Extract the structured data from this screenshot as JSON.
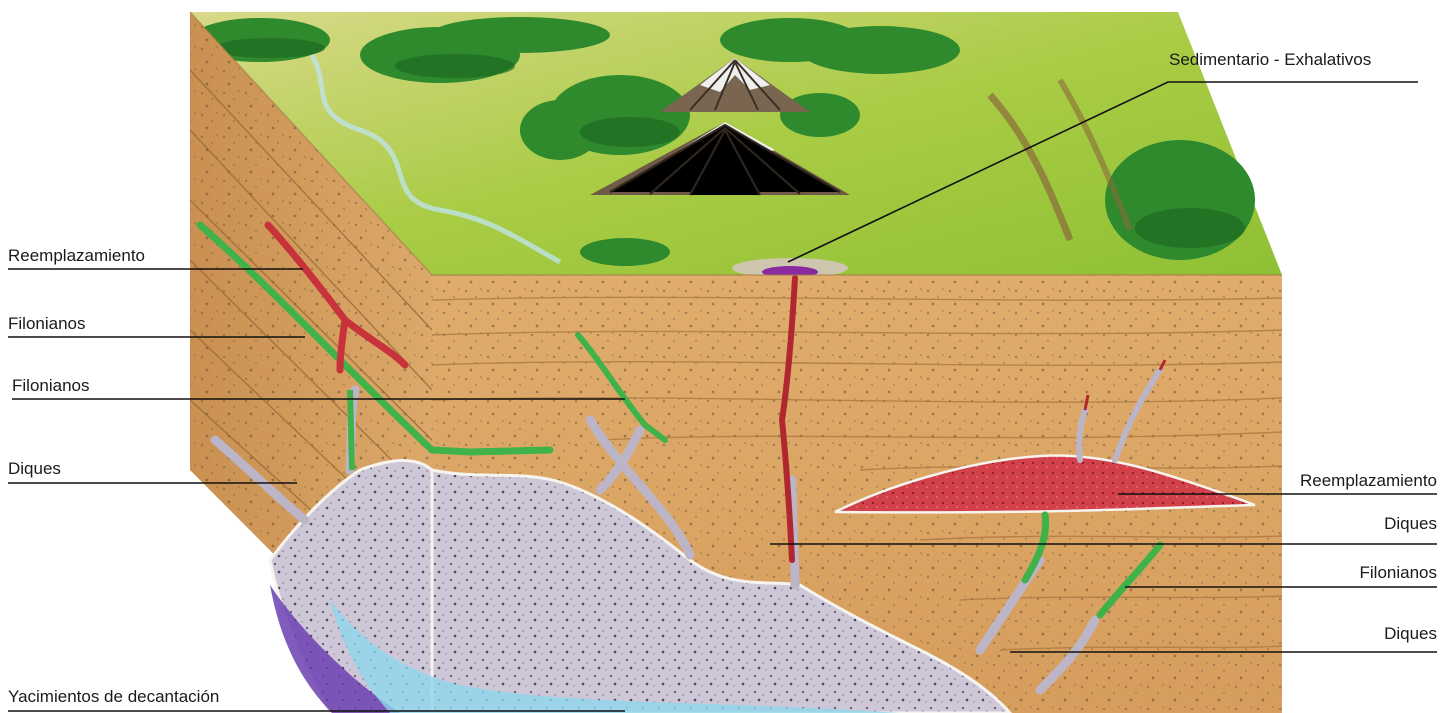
{
  "labels": {
    "sedimentario_exhalativos": "Sedimentario - Exhalativos",
    "reemplazamiento_left": "Reemplazamiento",
    "filonianos_left_1": "Filonianos",
    "filonianos_left_2": "Filonianos",
    "diques_left": "Diques",
    "yacimientos_decantacion": "Yacimientos de decantación",
    "reemplazamiento_right": "Reemplazamiento",
    "diques_right_1": "Diques",
    "filonianos_right": "Filonianos",
    "diques_right_2": "Diques"
  },
  "colors": {
    "sediment": "#d9a566",
    "sediment_dark": "#b9844a",
    "surface_green": "#9cc43c",
    "forest": "#2f8a2a",
    "intrusion": "#c9c3d6",
    "vein_green": "#3fb34a",
    "replacement_red": "#c8323a",
    "exhalative_purple": "#8a2aa0",
    "decantation_blue": "#7fd0e8",
    "leader_line": "#111111"
  }
}
